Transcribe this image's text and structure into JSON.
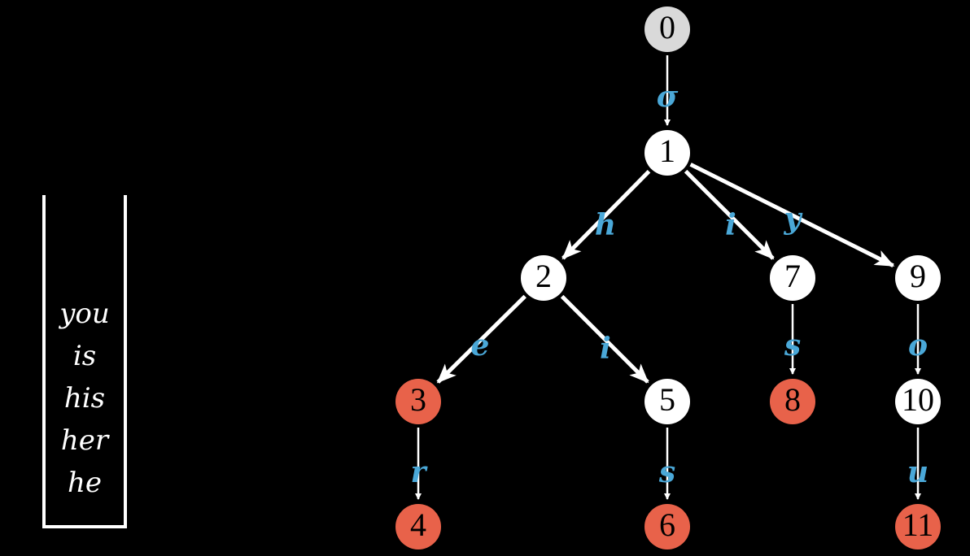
{
  "stack": {
    "words": [
      "you",
      "is",
      "his",
      "her",
      "he"
    ]
  },
  "trie": {
    "colors": {
      "root": "#d9d9d9",
      "internal": "#ffffff",
      "terminal": "#e8624a",
      "edge": "#ffffff",
      "edge_label": "#4aa8d8"
    },
    "nodes": [
      {
        "id": "0",
        "label": "0",
        "kind": "root"
      },
      {
        "id": "1",
        "label": "1",
        "kind": "internal"
      },
      {
        "id": "2",
        "label": "2",
        "kind": "internal"
      },
      {
        "id": "3",
        "label": "3",
        "kind": "terminal"
      },
      {
        "id": "4",
        "label": "4",
        "kind": "terminal"
      },
      {
        "id": "5",
        "label": "5",
        "kind": "internal"
      },
      {
        "id": "6",
        "label": "6",
        "kind": "terminal"
      },
      {
        "id": "7",
        "label": "7",
        "kind": "internal"
      },
      {
        "id": "8",
        "label": "8",
        "kind": "terminal"
      },
      {
        "id": "9",
        "label": "9",
        "kind": "internal"
      },
      {
        "id": "10",
        "label": "10",
        "kind": "internal"
      },
      {
        "id": "11",
        "label": "11",
        "kind": "terminal"
      }
    ],
    "edges": [
      {
        "from": "0",
        "to": "1",
        "label": "σ"
      },
      {
        "from": "1",
        "to": "2",
        "label": "h"
      },
      {
        "from": "1",
        "to": "7",
        "label": "i"
      },
      {
        "from": "1",
        "to": "9",
        "label": "y"
      },
      {
        "from": "2",
        "to": "3",
        "label": "e"
      },
      {
        "from": "2",
        "to": "5",
        "label": "i"
      },
      {
        "from": "3",
        "to": "4",
        "label": "r"
      },
      {
        "from": "5",
        "to": "6",
        "label": "s"
      },
      {
        "from": "7",
        "to": "8",
        "label": "s"
      },
      {
        "from": "9",
        "to": "10",
        "label": "o"
      },
      {
        "from": "10",
        "to": "11",
        "label": "u"
      }
    ]
  }
}
